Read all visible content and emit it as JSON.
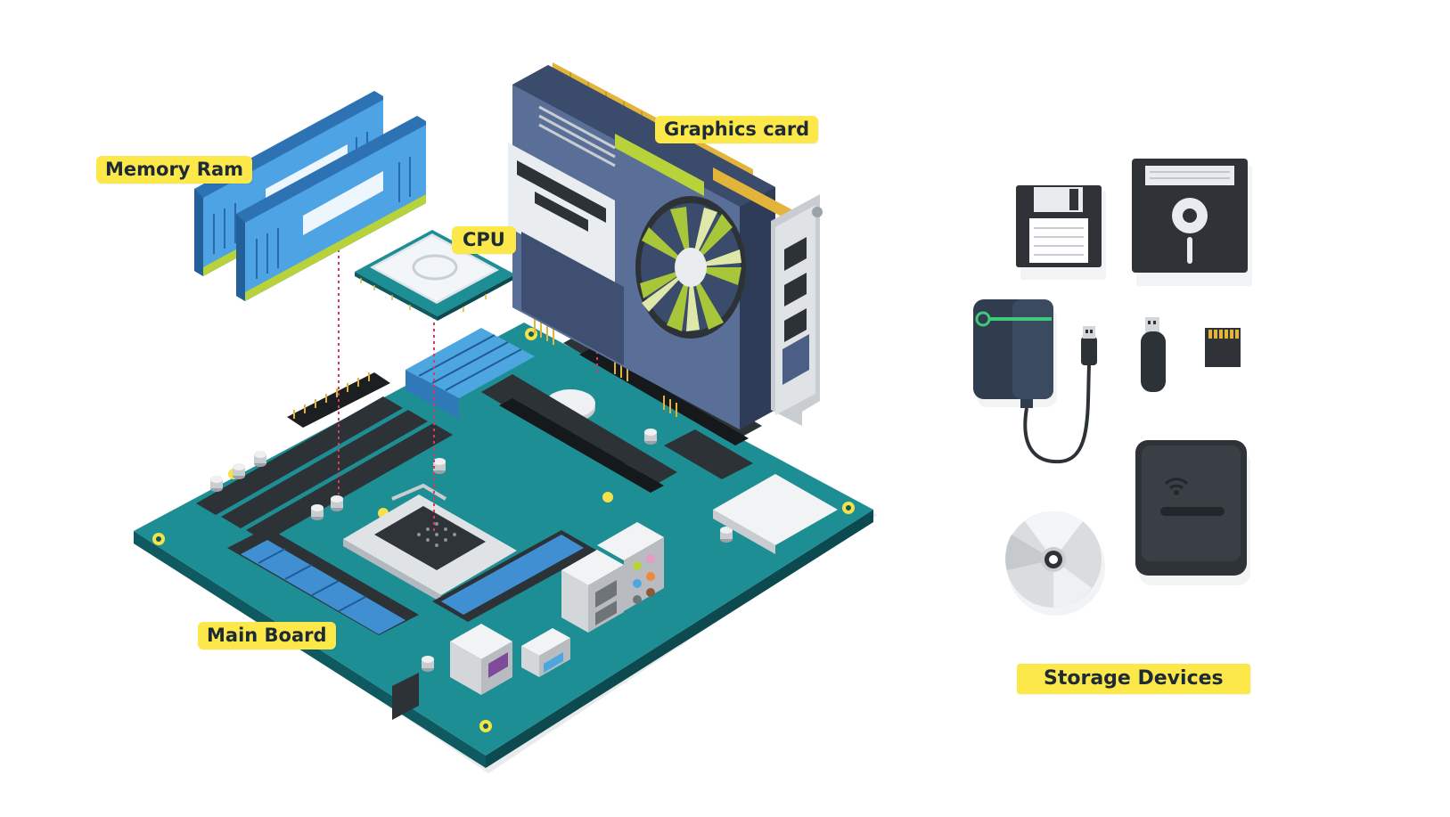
{
  "labels": {
    "memory_ram": "Memory Ram",
    "cpu": "CPU",
    "graphics_card": "Graphics card",
    "main_board": "Main Board",
    "storage_devices": "Storage Devices"
  },
  "colors": {
    "label_bg": "#fde84a",
    "board": "#1e8e95",
    "board_edge": "#0f5a60",
    "ram_blue": "#3f8fd2",
    "gpu_body": "#4b5f86",
    "gpu_fan": "#a8c63a",
    "gold": "#e2b53a",
    "device_dark": "#2f3338",
    "guide_line": "#d83a5a"
  },
  "icons": [
    "ram-stick-icon",
    "cpu-chip-icon",
    "graphics-card-icon",
    "motherboard-icon",
    "floppy-disk-3-5-icon",
    "floppy-disk-5-25-icon",
    "external-hard-drive-icon",
    "usb-cable-icon",
    "usb-flash-drive-icon",
    "micro-sd-card-icon",
    "optical-disc-icon",
    "wireless-drive-icon"
  ]
}
